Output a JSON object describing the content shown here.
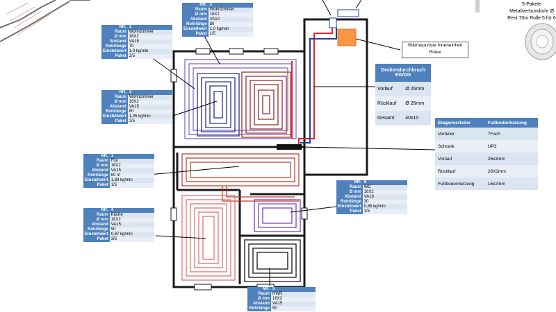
{
  "rooms": [
    {
      "id": "t2",
      "rows": [
        [
          "NR.",
          "2"
        ],
        [
          "Raum",
          "Wohnzimmer"
        ],
        [
          "Ø mm",
          "16X2"
        ],
        [
          "Abstand",
          "VA10"
        ],
        [
          "Rohrlänge",
          "80"
        ],
        [
          "Einstellwert",
          "1,0 kg/min"
        ],
        [
          "Paket",
          "1/5"
        ]
      ]
    },
    {
      "id": "t1a",
      "rows": [
        [
          "NR.",
          "1"
        ],
        [
          "Raum",
          "Wohnzimmer"
        ],
        [
          "Ø mm",
          "16X2"
        ],
        [
          "Abstand",
          "VA15"
        ],
        [
          "Rohrlänge",
          "70"
        ],
        [
          "Einstellwert",
          "1,0 kg/min"
        ],
        [
          "Paket",
          "2/5"
        ]
      ]
    },
    {
      "id": "t3",
      "rows": [
        [
          "NR.",
          "3"
        ],
        [
          "Raum",
          "Wohnzimmer"
        ],
        [
          "Ø mm",
          "16X2"
        ],
        [
          "Abstand",
          "VA15"
        ],
        [
          "Rohrlänge",
          "80"
        ],
        [
          "Einstellwert",
          "1,05 kg/min"
        ],
        [
          "Paket",
          "2/5"
        ]
      ]
    },
    {
      "id": "t1b",
      "rows": [
        [
          "NR.",
          "1"
        ],
        [
          "Raum",
          "Flur"
        ],
        [
          "Ø mm",
          "16X2"
        ],
        [
          "Abstand",
          "VA15"
        ],
        [
          "Rohrlänge",
          "60 m"
        ],
        [
          "Einstellwert",
          "1,83 kg/min"
        ],
        [
          "Paket",
          "1/5"
        ]
      ]
    },
    {
      "id": "t4",
      "rows": [
        [
          "NR.",
          "4"
        ],
        [
          "Raum",
          "Küche"
        ],
        [
          "Ø mm",
          "16X2"
        ],
        [
          "Abstand",
          "VA15"
        ],
        [
          "Rohrlänge",
          "90"
        ],
        [
          "Einstellwert",
          "0,87 kg/min"
        ],
        [
          "Paket",
          "3/5"
        ]
      ]
    },
    {
      "id": "t6",
      "rows": [
        [
          "NR.",
          "6"
        ],
        [
          "Raum",
          "WC"
        ],
        [
          "Ø mm",
          "16X2"
        ],
        [
          "Abstand",
          "VA10"
        ],
        [
          "Rohrlänge",
          "30"
        ],
        [
          "Einstellwert",
          "0,85 kg/min"
        ],
        [
          "Paket",
          "1/5"
        ]
      ]
    },
    {
      "id": "t5",
      "rows": [
        [
          "NR.",
          "5"
        ],
        [
          "Raum",
          "HWR"
        ],
        [
          "Ø mm",
          "16X2"
        ],
        [
          "Abstand",
          "VA15"
        ],
        [
          "Rohrlänge",
          "50"
        ]
      ]
    }
  ],
  "deckendurchbruch": {
    "title": "Deckendurchbruch EG/DG",
    "rows": [
      [
        "Vorlauf",
        "Ø 26mm"
      ],
      [
        "Rücklauf",
        "Ø 26mm"
      ],
      [
        "Gesamt",
        "40x10"
      ]
    ]
  },
  "etagenverteiler": {
    "headers": [
      "Etagenverteiler",
      "Fußbodenheizung"
    ],
    "rows": [
      [
        "Verteiler",
        "7Fach"
      ],
      [
        "Schrank",
        "UP3"
      ],
      [
        "Vorlauf",
        "26x3mm"
      ],
      [
        "Rücklauf",
        "26X3mm"
      ],
      [
        "Fußbodenheizung",
        "16x2mm"
      ]
    ]
  },
  "waermepumpe": {
    "line1": "Wärmepumpe Inneneinheit",
    "line2": "Rotex"
  },
  "topright": {
    "line1": "5-Pakete",
    "line2": "Metallverbundrohr Ø",
    "line3": "Rest 70m Rolle  5 für 6"
  },
  "colors": {
    "table_header": "#4f81bd",
    "table_cell": "#dbe5f1",
    "supply": "#e8212c",
    "return": "#1f3f99",
    "wall": "#1a1a1a",
    "heatpump": "#f79646"
  }
}
